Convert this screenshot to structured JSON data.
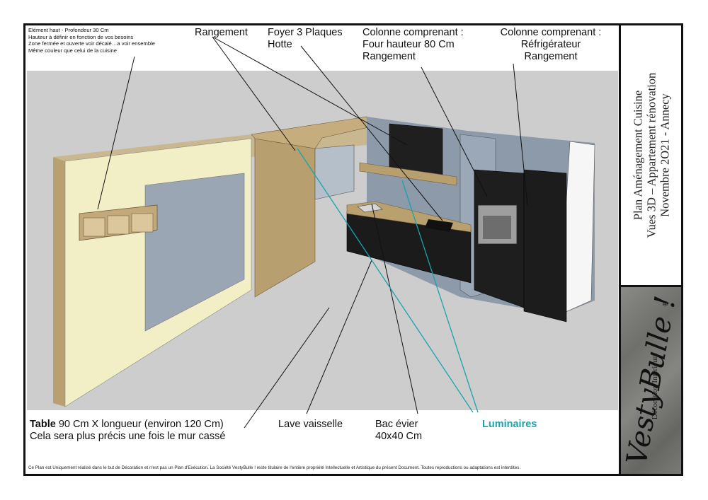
{
  "title_block": {
    "line1": "Plan Aménagement Cuisine",
    "line2": "Vues 3D – Appartement rénovation",
    "line3": "Novembre 2O21 - Annecy"
  },
  "logo": {
    "brand": "VestyBulle !",
    "registered": "®",
    "subtitle": "Décoration Intérieure"
  },
  "note": {
    "lines": [
      "Elément haut - Profondeur 30 Cm",
      "Hauteur à définir en fonction de vos besoins",
      "Zone fermée et ouverte voir décalé…a voir ensemble",
      "Même couleur que celui de la cuisine"
    ]
  },
  "labels": {
    "rangement": "Rangement",
    "foyer_line1": "Foyer 3 Plaques",
    "foyer_line2": "Hotte",
    "colonne1_line1": "Colonne comprenant :",
    "colonne1_line2": "Four hauteur 80 Cm",
    "colonne1_line3": "Rangement",
    "colonne2_line1": "Colonne comprenant :",
    "colonne2_line2": "Réfrigérateur",
    "colonne2_line3": "Rangement",
    "table_bold": "Table",
    "table_rest": " 90 Cm X longueur (environ 120 Cm)",
    "table_line2": "Cela sera plus précis une fois le mur cassé",
    "lave_vaisselle": "Lave vaisselle",
    "bac_line1": "Bac évier",
    "bac_line2": "40x40 Cm",
    "luminaires": "Luminaires"
  },
  "footer": "Ce Plan est Uniquement réalisé dans le but de Décoration et n'est pas un Plan d'Exécution. La Société VestyBulle ! reste titulaire de l'entière propriété Intellectuelle et Artistique du présent Document. Toutes reproductions ou adaptations est interdites.",
  "colors": {
    "accent": "#1aa3a8",
    "cabinet": "#1c1c1c",
    "wall_cream": "#f3efc8",
    "wall_blue": "#8d9aaa",
    "wood": "#b39a6c",
    "floor": "#c9c9c9"
  }
}
